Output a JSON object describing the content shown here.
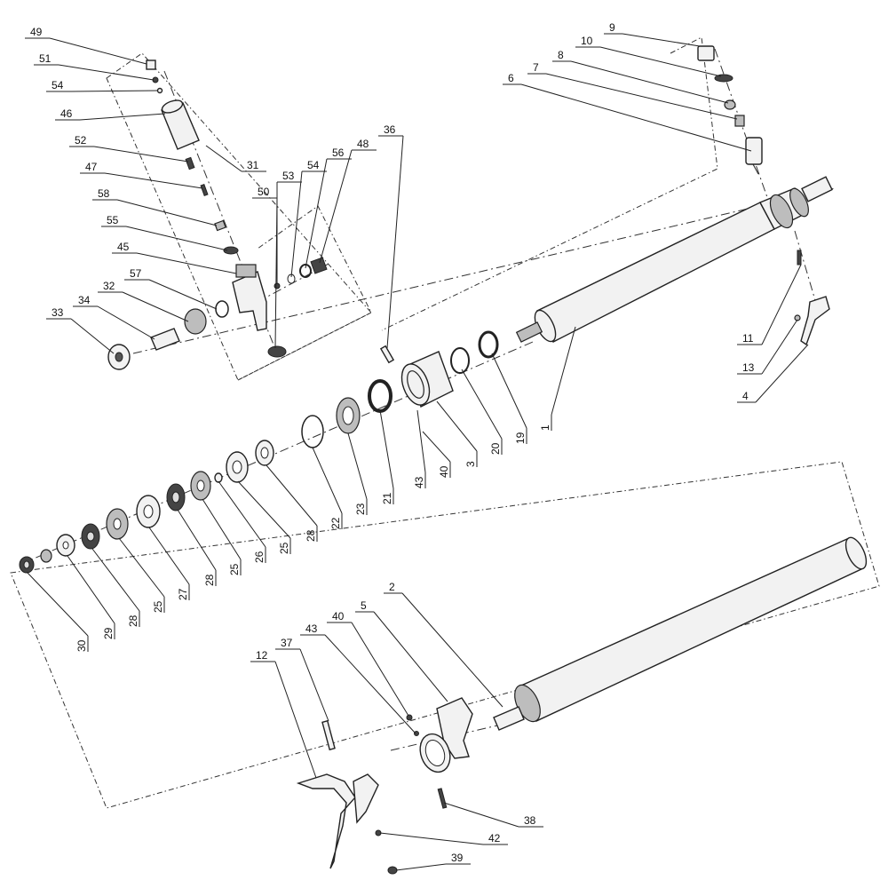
{
  "callouts": [
    {
      "id": "c49",
      "text": "49"
    },
    {
      "id": "c51",
      "text": "51"
    },
    {
      "id": "c54a",
      "text": "54"
    },
    {
      "id": "c46",
      "text": "46"
    },
    {
      "id": "c52",
      "text": "52"
    },
    {
      "id": "c47",
      "text": "47"
    },
    {
      "id": "c58",
      "text": "58"
    },
    {
      "id": "c55",
      "text": "55"
    },
    {
      "id": "c45",
      "text": "45"
    },
    {
      "id": "c57",
      "text": "57"
    },
    {
      "id": "c32",
      "text": "32"
    },
    {
      "id": "c34",
      "text": "34"
    },
    {
      "id": "c33",
      "text": "33"
    },
    {
      "id": "c31",
      "text": "31"
    },
    {
      "id": "c50",
      "text": "50"
    },
    {
      "id": "c53",
      "text": "53"
    },
    {
      "id": "c54b",
      "text": "54"
    },
    {
      "id": "c56",
      "text": "56"
    },
    {
      "id": "c48",
      "text": "48"
    },
    {
      "id": "c36",
      "text": "36"
    },
    {
      "id": "c9",
      "text": "9"
    },
    {
      "id": "c10",
      "text": "10"
    },
    {
      "id": "c8",
      "text": "8"
    },
    {
      "id": "c7",
      "text": "7"
    },
    {
      "id": "c6",
      "text": "6"
    },
    {
      "id": "c11",
      "text": "11"
    },
    {
      "id": "c13",
      "text": "13"
    },
    {
      "id": "c4",
      "text": "4"
    },
    {
      "id": "c1",
      "text": "1"
    },
    {
      "id": "c19",
      "text": "19"
    },
    {
      "id": "c20",
      "text": "20"
    },
    {
      "id": "c3",
      "text": "3"
    },
    {
      "id": "c40a",
      "text": "40"
    },
    {
      "id": "c43a",
      "text": "43"
    },
    {
      "id": "c21",
      "text": "21"
    },
    {
      "id": "c23",
      "text": "23"
    },
    {
      "id": "c22",
      "text": "22"
    },
    {
      "id": "c28a",
      "text": "28"
    },
    {
      "id": "c25a",
      "text": "25"
    },
    {
      "id": "c26",
      "text": "26"
    },
    {
      "id": "c25b",
      "text": "25"
    },
    {
      "id": "c28b",
      "text": "28"
    },
    {
      "id": "c27",
      "text": "27"
    },
    {
      "id": "c25c",
      "text": "25"
    },
    {
      "id": "c28c",
      "text": "28"
    },
    {
      "id": "c29",
      "text": "29"
    },
    {
      "id": "c30",
      "text": "30"
    },
    {
      "id": "c2",
      "text": "2"
    },
    {
      "id": "c5",
      "text": "5"
    },
    {
      "id": "c40b",
      "text": "40"
    },
    {
      "id": "c43b",
      "text": "43"
    },
    {
      "id": "c37",
      "text": "37"
    },
    {
      "id": "c12",
      "text": "12"
    },
    {
      "id": "c38",
      "text": "38"
    },
    {
      "id": "c42",
      "text": "42"
    },
    {
      "id": "c39",
      "text": "39"
    }
  ]
}
